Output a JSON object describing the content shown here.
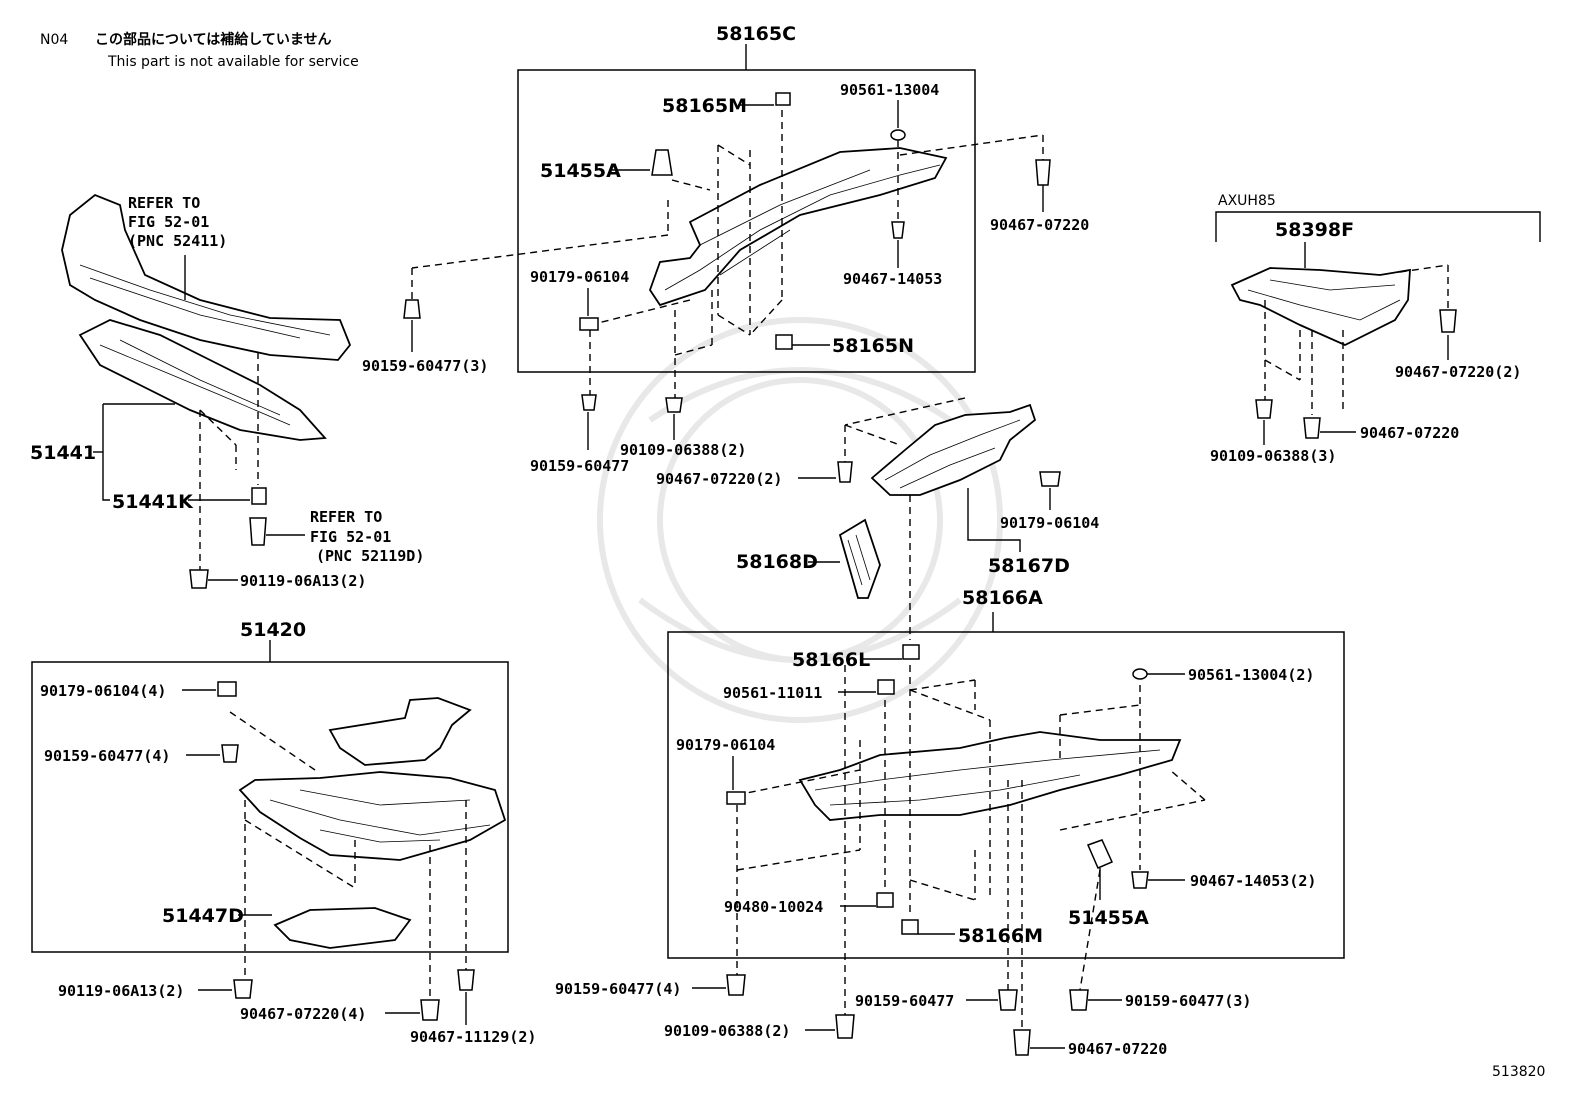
{
  "header": {
    "code": "N04",
    "note_ja": "この部品については補給していません",
    "note_en": "This part is not available for service"
  },
  "diagram_id": "513820",
  "variant_label": "AXUH85",
  "labels": {
    "p58165C": "58165C",
    "p58165M": "58165M",
    "p90561_13004": "90561-13004",
    "p51455A_top": "51455A",
    "p90467_07220_topright": "90467-07220",
    "p90467_14053_top": "90467-14053",
    "p90179_06104_top": "90179-06104",
    "p58165N": "58165N",
    "p90159_60477_3_top": "90159-60477(3)",
    "p90159_60477_mid": "90159-60477",
    "p90109_06388_2_mid": "90109-06388(2)",
    "p90467_07220_2_mid": "90467-07220(2)",
    "refer1_a": "REFER TO",
    "refer1_b": "FIG 52-01",
    "refer1_c": "(PNC 52411)",
    "p51441": "51441",
    "p51441K": "51441K",
    "refer2_a": "REFER TO",
    "refer2_b": "FIG 52-01",
    "refer2_c": "(PNC 52119D)",
    "p90119_06A13_2_top": "90119-06A13(2)",
    "p58398F": "58398F",
    "p90467_07220_2_right": "90467-07220(2)",
    "p90467_07220_right": "90467-07220",
    "p90109_06388_3": "90109-06388(3)",
    "p90179_06104_mid": "90179-06104",
    "p58167D": "58167D",
    "p58168D": "58168D",
    "p58166A": "58166A",
    "p51420": "51420",
    "p90179_06104_4": "90179-06104(4)",
    "p90159_60477_4_left": "90159-60477(4)",
    "p51447D": "51447D",
    "p90119_06A13_2_bottom": "90119-06A13(2)",
    "p90467_07220_4": "90467-07220(4)",
    "p90467_11129_2": "90467-11129(2)",
    "p58166L": "58166L",
    "p90561_11011": "90561-11011",
    "p90179_06104_box": "90179-06104",
    "p90561_13004_2": "90561-13004(2)",
    "p90467_14053_2": "90467-14053(2)",
    "p90480_10024": "90480-10024",
    "p58166M": "58166M",
    "p51455A_bottom": "51455A",
    "p90159_60477_4_bottom": "90159-60477(4)",
    "p90109_06388_2_bottom": "90109-06388(2)",
    "p90159_60477_bottom": "90159-60477",
    "p90159_60477_3_bottom": "90159-60477(3)",
    "p90467_07220_bottom": "90467-07220"
  }
}
